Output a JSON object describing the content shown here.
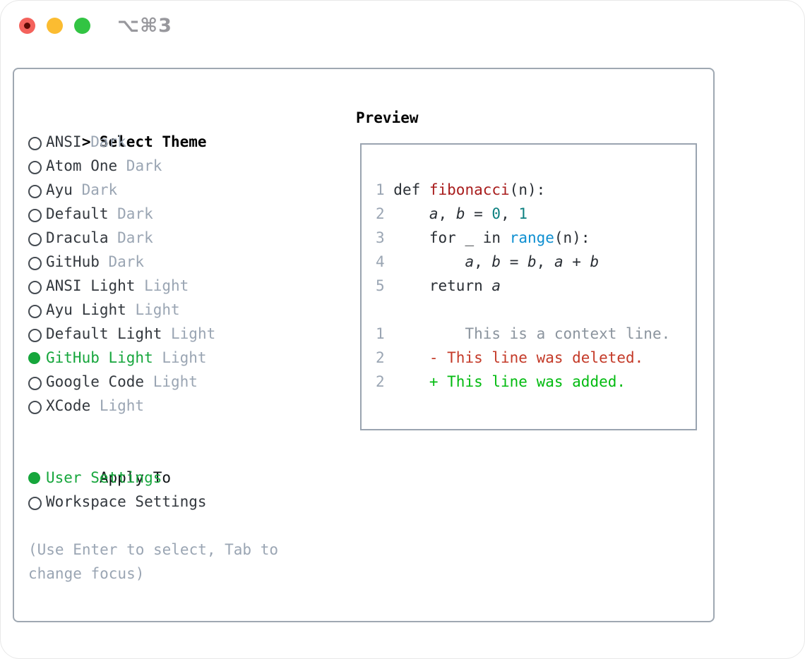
{
  "window": {
    "shortcut_label": "⌥⌘3",
    "traffic_lights": [
      {
        "name": "close-button",
        "color": "#f4625c"
      },
      {
        "name": "minimize-button",
        "color": "#fbbc31"
      },
      {
        "name": "zoom-button",
        "color": "#32c443"
      }
    ]
  },
  "theme_picker": {
    "prompt": ">",
    "header": "Select Theme",
    "items": [
      {
        "label": "ANSI",
        "variant": "Dark",
        "selected": false
      },
      {
        "label": "Atom One",
        "variant": "Dark",
        "selected": false
      },
      {
        "label": "Ayu",
        "variant": "Dark",
        "selected": false
      },
      {
        "label": "Default",
        "variant": "Dark",
        "selected": false
      },
      {
        "label": "Dracula",
        "variant": "Dark",
        "selected": false
      },
      {
        "label": "GitHub",
        "variant": "Dark",
        "selected": false
      },
      {
        "label": "ANSI Light",
        "variant": "Light",
        "selected": false
      },
      {
        "label": "Ayu Light",
        "variant": "Light",
        "selected": false
      },
      {
        "label": "Default Light",
        "variant": "Light",
        "selected": false
      },
      {
        "label": "GitHub Light",
        "variant": "Light",
        "selected": true
      },
      {
        "label": "Google Code",
        "variant": "Light",
        "selected": false
      },
      {
        "label": "XCode",
        "variant": "Light",
        "selected": false
      }
    ]
  },
  "apply_to": {
    "header": "Apply To",
    "options": [
      {
        "label": "User Settings",
        "selected": true
      },
      {
        "label": "Workspace Settings",
        "selected": false
      }
    ]
  },
  "hint": {
    "lines": [
      "(Use Enter to select, Tab to",
      "change focus)"
    ]
  },
  "preview": {
    "title": "Preview",
    "lines": [
      {
        "num": "1",
        "tokens": [
          [
            "def ",
            "plain"
          ],
          [
            "fibonacci",
            "func"
          ],
          [
            "(n):",
            "plain"
          ]
        ]
      },
      {
        "num": "2",
        "tokens": [
          [
            "    ",
            "plain"
          ],
          [
            "a",
            "var"
          ],
          [
            ", ",
            "plain"
          ],
          [
            "b",
            "var"
          ],
          [
            " = ",
            "plain"
          ],
          [
            "0",
            "num"
          ],
          [
            ", ",
            "plain"
          ],
          [
            "1",
            "num"
          ]
        ]
      },
      {
        "num": "3",
        "tokens": [
          [
            "    for _ in ",
            "plain"
          ],
          [
            "range",
            "builtin"
          ],
          [
            "(n):",
            "plain"
          ]
        ]
      },
      {
        "num": "4",
        "tokens": [
          [
            "        ",
            "plain"
          ],
          [
            "a",
            "var"
          ],
          [
            ", ",
            "plain"
          ],
          [
            "b",
            "var"
          ],
          [
            " = ",
            "plain"
          ],
          [
            "b",
            "var"
          ],
          [
            ", ",
            "plain"
          ],
          [
            "a",
            "var"
          ],
          [
            " + ",
            "plain"
          ],
          [
            "b",
            "var"
          ]
        ]
      },
      {
        "num": "5",
        "tokens": [
          [
            "    return ",
            "plain"
          ],
          [
            "a",
            "var"
          ]
        ]
      },
      {
        "num": "",
        "tokens": []
      },
      {
        "num": "1",
        "tokens": [
          [
            "        This is a context line.",
            "context"
          ]
        ]
      },
      {
        "num": "2",
        "tokens": [
          [
            "    - This line was deleted.",
            "del"
          ]
        ]
      },
      {
        "num": "2",
        "tokens": [
          [
            "    + This line was added.",
            "add"
          ]
        ]
      }
    ]
  },
  "colors": {
    "selected_green": "#16a63c",
    "added_green": "#02bb10",
    "deleted_red": "#c43a28",
    "function_red": "#a81c1c",
    "number_teal": "#0d8080",
    "builtin_blue": "#0e8fd1",
    "muted_gray": "#9aa5b3",
    "border_gray": "#9fa8b2"
  }
}
